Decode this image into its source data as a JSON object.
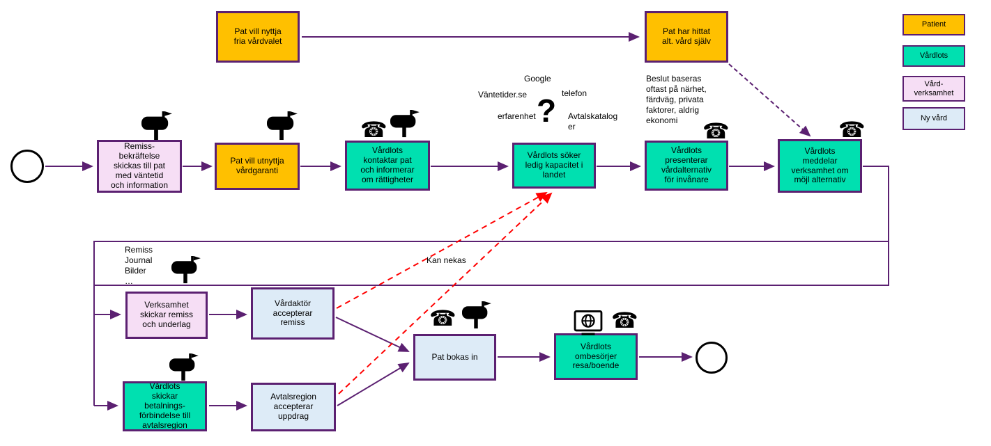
{
  "colors": {
    "border_purple": "#5B2071",
    "patient_orange": "#FFC000",
    "vardlots_teal": "#00E0B0",
    "verksamhet_pink": "#F6DEF5",
    "nyvard_blue": "#DDEBF7",
    "reject_red": "#FF0000"
  },
  "legend": {
    "patient": "Patient",
    "vardlots": "Vårdlots",
    "vardverksamhet": "Vård-\nverksamhet",
    "nyvard": "Ny vård"
  },
  "nodes": {
    "pat_vill_nyttja": "Pat vill nyttja\nfria vårdvalet",
    "pat_har_hittat": "Pat har hittat\nalt. vård själv",
    "remissbekraftelse": "Remiss-\nbekräftelse\nskickas till pat\nmed väntetid\noch information",
    "pat_vill_utnyttja": "Pat vill utnyttja\nvårdgaranti",
    "vardlots_kontaktar": "Vårdlots\nkontaktar pat\noch informerar\nom rättigheter",
    "vardlots_soker": "Vårdlots söker\nledig kapacitet i\nlandet",
    "vardlots_presenterar": "Vårdlots\npresenterar\nvårdalternativ\nför invånare",
    "vardlots_meddelar": "Vårdlots\nmeddelar\nverksamhet om\nmöjl alternativ",
    "verksamhet_skickar": "Verksamhet\nskickar remiss\noch underlag",
    "vardaktor_accepterar": "Vårdaktör\naccepterar\nremiss",
    "vardlots_betalning": "Vårdlots\nskickar\nbetalnings-\nförbindelse till\navtalsregion",
    "avtalsregion_accepterar": "Avtalsregion\naccepterar\nuppdrag",
    "pat_bokas": "Pat bokas in",
    "vardlots_ombesorjer": "Vårdlots\nombesörjer\nresa/boende"
  },
  "annotations": {
    "google": "Google",
    "vantetider": "Väntetider.se",
    "telefon": "telefon",
    "erfarenhet": "erfarenhet",
    "avtalskataloger": "Avtalskatalog\ner",
    "question": "?",
    "beslut": "Beslut baseras\noftast på närhet,\nfärdväg, privata\nfaktorer, aldrig\nekonomi",
    "dokument": "Remiss\nJournal\nBilder\n…",
    "kan_nekas": "Kan nekas"
  },
  "icons": {
    "phone_glyph": "☎"
  }
}
